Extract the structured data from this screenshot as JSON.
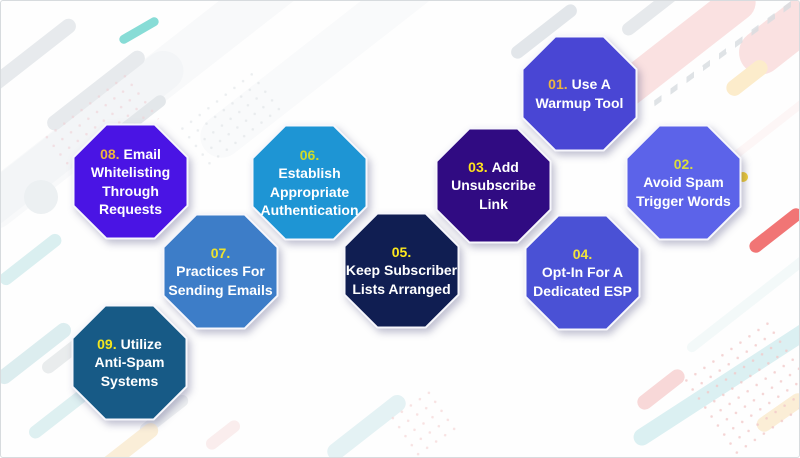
{
  "octagons": [
    {
      "id": "step-01",
      "number": "01.",
      "first_line": "Use A",
      "line2": "Warmup Tool",
      "line3": "",
      "line4": "",
      "fill": "#4946d4",
      "number_color": "#eab440"
    },
    {
      "id": "step-02",
      "number": "02.",
      "first_line": "",
      "line2": "Avoid Spam",
      "line3": "Trigger Words",
      "line4": "",
      "fill": "#5c63e9",
      "number_color": "#d9dd3c"
    },
    {
      "id": "step-03",
      "number": "03.",
      "first_line": "Add",
      "line2": "Unsubscribe",
      "line3": "Link",
      "line4": "",
      "fill": "#300b82",
      "number_color": "#fee11c"
    },
    {
      "id": "step-04",
      "number": "04.",
      "first_line": "",
      "line2": "Opt-In For A",
      "line3": "Dedicated ESP",
      "line4": "",
      "fill": "#4a51d5",
      "number_color": "#f0e33e"
    },
    {
      "id": "step-05",
      "number": "05.",
      "first_line": "",
      "line2": "Keep Subscriber",
      "line3": "Lists Arranged",
      "line4": "",
      "fill": "#101e52",
      "number_color": "#fde91d"
    },
    {
      "id": "step-06",
      "number": "06.",
      "first_line": "",
      "line2": "Establish",
      "line3": "Appropriate",
      "line4": "Authentication",
      "fill": "#1e95d4",
      "number_color": "#cddc29"
    },
    {
      "id": "step-07",
      "number": "07.",
      "first_line": "",
      "line2": "Practices For",
      "line3": "Sending Emails",
      "line4": "",
      "fill": "#3d7dc8",
      "number_color": "#ece22f"
    },
    {
      "id": "step-08",
      "number": "08.",
      "first_line": "Email",
      "line2": "Whitelisting",
      "line3": "Through",
      "line4": "Requests",
      "fill": "#4a14e4",
      "number_color": "#edb53c"
    },
    {
      "id": "step-09",
      "number": "09.",
      "first_line": "Utilize",
      "line2": "Anti-Spam",
      "line3": "Systems",
      "line4": "",
      "fill": "#175a86",
      "number_color": "#f2e51e"
    }
  ],
  "style": {
    "text_color": "#ffffff",
    "octagon_stroke": "#f7f7fc",
    "accent_teal": "#5fd0c8",
    "accent_red": "#ef6666",
    "accent_pink": "#f9dcdc",
    "accent_cream": "#fceccb",
    "accent_yellow_dot": "#f1cf3a"
  }
}
